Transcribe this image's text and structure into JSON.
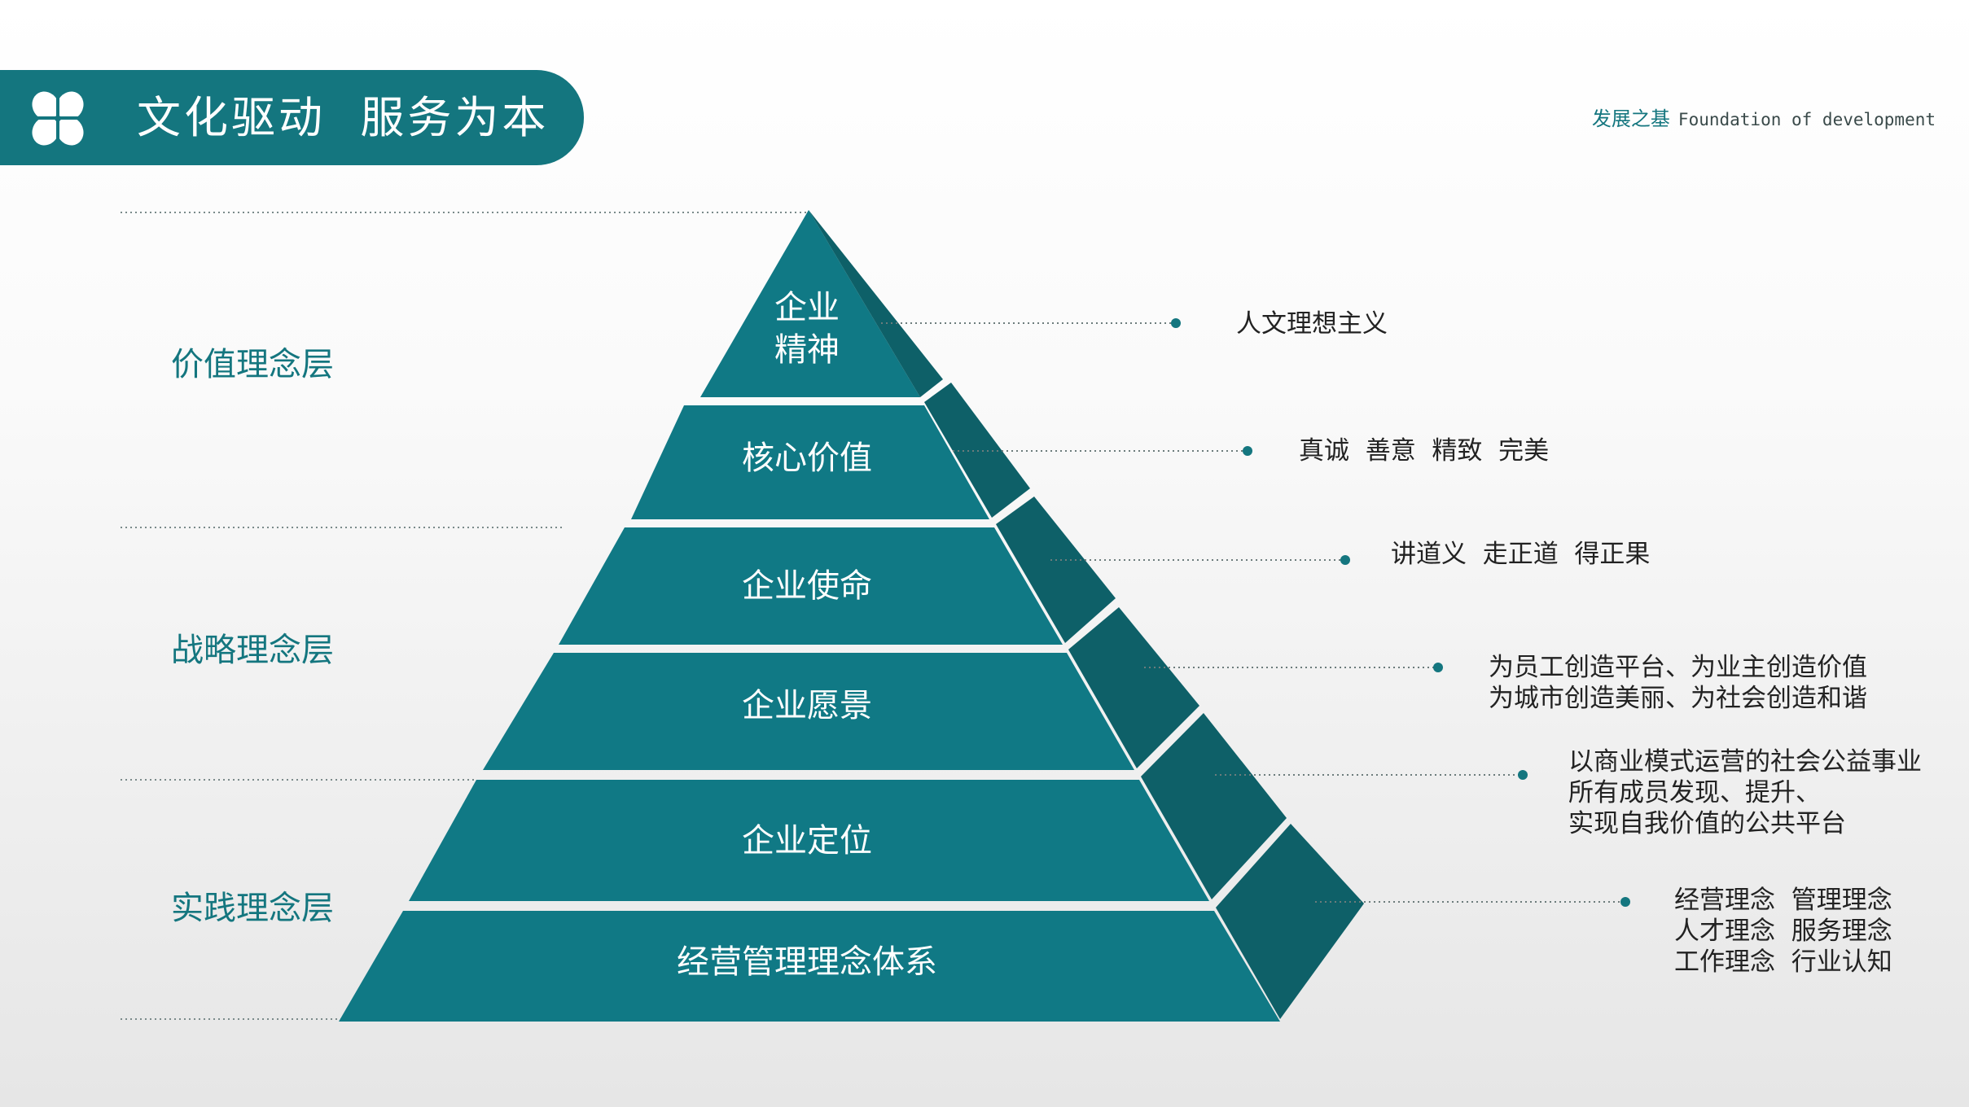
{
  "header": {
    "title": "文化驱动  服务为本",
    "logo_icon": "clover-icon",
    "subtitle_cn": "发展之基",
    "subtitle_en": "Foundation of development"
  },
  "layers": [
    "价值理念层",
    "战略理念层",
    "实践理念层"
  ],
  "tiers": [
    {
      "label": "企业\n精神",
      "desc": "人文理想主义"
    },
    {
      "label": "核心价值",
      "desc": "真诚  善意  精致  完美"
    },
    {
      "label": "企业使命",
      "desc": "讲道义  走正道  得正果"
    },
    {
      "label": "企业愿景",
      "desc": "为员工创造平台、为业主创造价值\n为城市创造美丽、为社会创造和谐"
    },
    {
      "label": "企业定位",
      "desc": "以商业模式运营的社会公益事业\n所有成员发现、提升、\n实现自我价值的公共平台"
    },
    {
      "label": "经营管理理念体系",
      "desc": "经营理念  管理理念\n人才理念  服务理念\n工作理念  行业认知"
    }
  ],
  "colors": {
    "front": "#107985",
    "side": "#0e6068",
    "accent": "#14767f"
  }
}
